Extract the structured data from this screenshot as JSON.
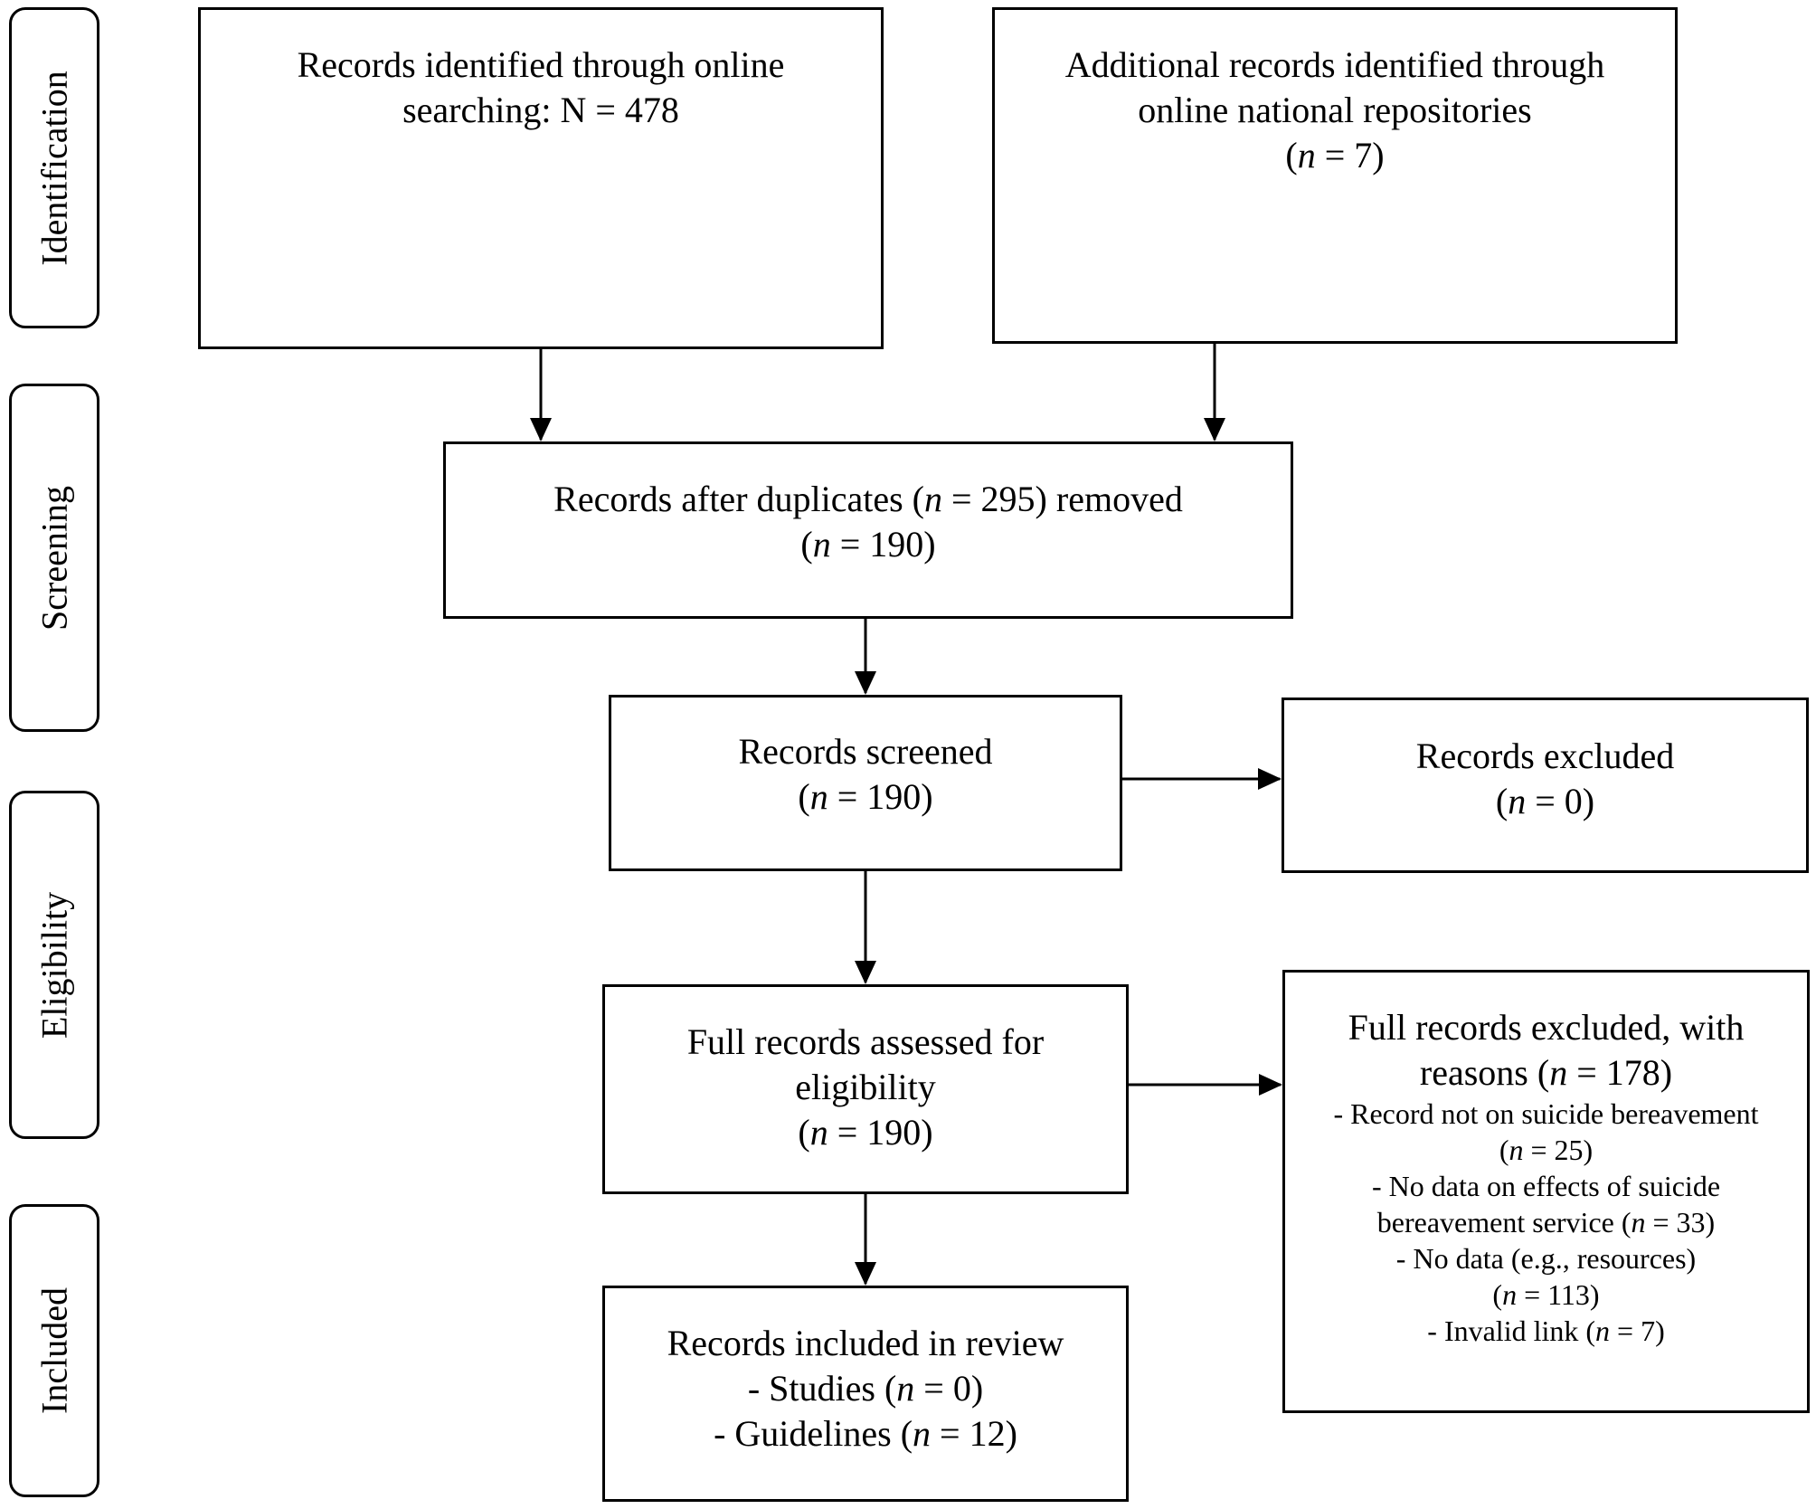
{
  "stages": {
    "identification": "Identification",
    "screening": "Screening",
    "eligibility": "Eligibility",
    "included": "Included"
  },
  "identified_online": {
    "line1": "Records identified through online",
    "line2": "searching: N = 478"
  },
  "identified_repositories": {
    "line1": "Additional records identified through",
    "line2": "online national repositories",
    "line3_open": "(",
    "line3_n": "n",
    "line3_rest": " = 7)"
  },
  "after_duplicates": {
    "line1_a": "Records after duplicates (",
    "line1_n": "n",
    "line1_b": " = 295) removed",
    "line2_open": "(",
    "line2_n": "n",
    "line2_rest": " = 190)"
  },
  "screened": {
    "line1": "Records screened",
    "line2_open": "(",
    "line2_n": "n",
    "line2_rest": " = 190)"
  },
  "excluded": {
    "line1": "Records excluded",
    "line2_open": "(",
    "line2_n": "n",
    "line2_rest": " = 0)"
  },
  "assessed": {
    "line1": "Full records assessed for",
    "line2": "eligibility",
    "line3_open": "(",
    "line3_n": "n",
    "line3_rest": " = 190)"
  },
  "full_excluded": {
    "line1": "Full records excluded, with",
    "line2_a": "reasons (",
    "line2_n": "n",
    "line2_b": " = 178)",
    "r1": "- Record not on suicide bereavement",
    "r1n_open": "(",
    "r1n_n": "n",
    "r1n_rest": " = 25)",
    "r2": "- No data on effects of suicide",
    "r2b_a": "bereavement service (",
    "r2b_n": "n",
    "r2b_b": " = 33)",
    "r3": "- No data (e.g., resources)",
    "r3n_open": "(",
    "r3n_n": "n",
    "r3n_rest": " = 113)",
    "r4_a": "- Invalid link (",
    "r4_n": "n",
    "r4_b": " = 7)"
  },
  "included_box": {
    "line1": "Records included in review",
    "line2_a": "- Studies (",
    "line2_n": "n",
    "line2_b": " = 0)",
    "line3_a": "- Guidelines (",
    "line3_n": "n",
    "line3_b": " = 12)"
  }
}
